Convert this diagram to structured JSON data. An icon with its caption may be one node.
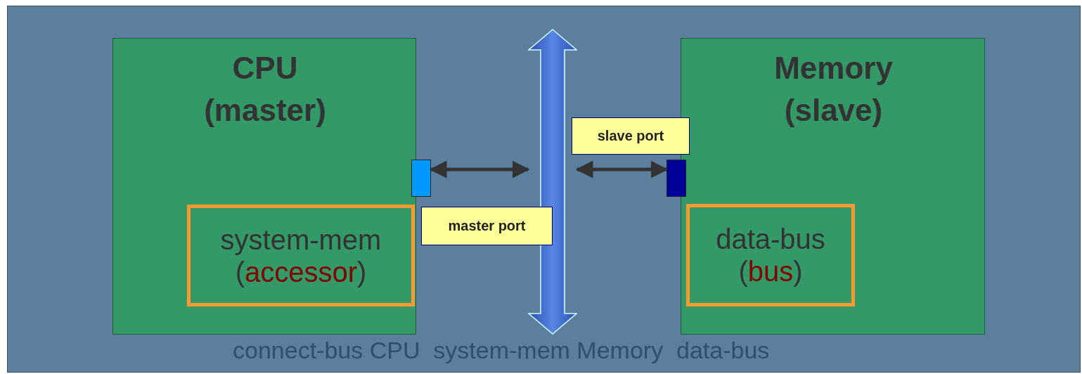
{
  "diagram": {
    "nodes": [
      {
        "text": [
          "CPU (master)"
        ]
      },
      {
        "text": [
          "system-mem",
          "(accessor)"
        ],
        "in": 0
      },
      {
        "text": [],
        "shape": "box"
      },
      {
        "text": [],
        "shape": "arrow"
      },
      {
        "text": [
          "Memory (slave)"
        ]
      },
      {
        "text": [
          "data-bus",
          "(bus)"
        ],
        "in": 4
      },
      {
        "text": [],
        "shape": "box"
      },
      {
        "text": [
          "master port"
        ]
      },
      {
        "text": [
          "slave port"
        ]
      }
    ],
    "edges": [
      {
        "from": 2,
        "to": 3,
        "arrow": "both"
      },
      {
        "from": 3,
        "to": 6,
        "arrow": "both"
      }
    ],
    "labels": [
      "connect-bus CPU  system-mem Memory  data-bus"
    ]
  }
}
